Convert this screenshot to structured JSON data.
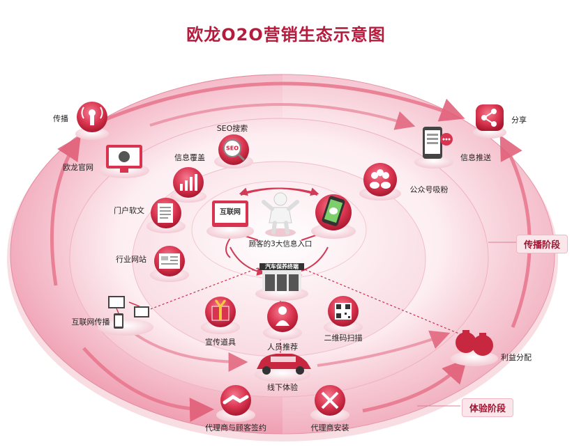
{
  "title": "欧龙O2O营销生态示意图",
  "hub": {
    "label": "顾客的3大信息入口"
  },
  "stages": {
    "spread": "传播阶段",
    "experience": "体验阶段"
  },
  "nodes": {
    "broadcast": "传播",
    "share": "分享",
    "official_site": "欧龙官网",
    "seo": "SEO搜索",
    "info_coverage": "信息覆盖",
    "info_push": "信息推送",
    "public_account": "公众号吸粉",
    "portal_article": "门户软文",
    "industry_site": "行业网站",
    "internet_spread": "互联网传播",
    "promo_props": "宣传道具",
    "staff_recommend": "人员推荐",
    "qr_scan": "二维码扫描",
    "profit_share": "利益分配",
    "offline_exp": "线下体验",
    "agent_sign": "代理商与顾客签约",
    "agent_install": "代理商安装"
  },
  "icon_text": {
    "internet_box": "互联网",
    "store_sign": "汽车保养终端",
    "seo_badge": "SEO"
  },
  "colors": {
    "accent": "#b61b3d",
    "ring_light": "#fbe3ea",
    "ring_mid": "#f3b9c7",
    "button": "#d9344f",
    "arrow": "#e05a74"
  }
}
